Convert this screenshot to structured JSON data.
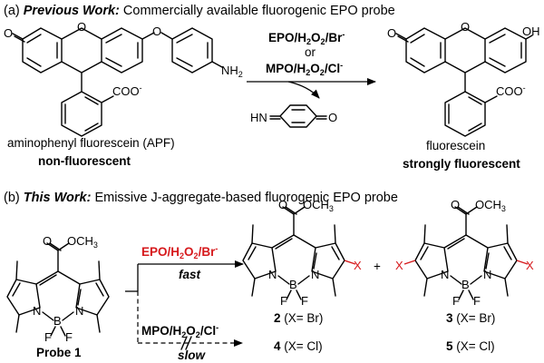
{
  "section_a": {
    "label": "(a)",
    "title_emph": "Previous Work:",
    "title_rest": " Commercially available fluorogenic EPO probe",
    "reagents_line1": "EPO/H",
    "reagents_line1_sub1": "2",
    "reagents_line1_o": "O",
    "reagents_line1_sub2": "2",
    "reagents_line1_end": "/Br",
    "reagents_line1_sup": "-",
    "reagents_or": "or",
    "reagents_line2": "MPO/H",
    "reagents_line2_sub1": "2",
    "reagents_line2_o": "O",
    "reagents_line2_sub2": "2",
    "reagents_line2_end": "/Cl",
    "reagents_line2_sup": "-",
    "reactant_name": "aminophenyl fluorescein (APF)",
    "reactant_property": "non-fluorescent",
    "product_name": "fluorescein",
    "product_property": "strongly fluorescent",
    "atom_O": "O",
    "atom_OH": "OH",
    "atom_NH2": "NH",
    "atom_NH2_sub": "2",
    "atom_COO": "COO",
    "atom_COO_sup": "-",
    "byproduct_HN": "HN"
  },
  "section_b": {
    "label": "(b)",
    "title_emph": "This Work:",
    "title_rest": " Emissive J-aggregate-based fluorogenic EPO probe",
    "reagent_top_pre": "EPO/H",
    "reagent_top_sub1": "2",
    "reagent_top_o": "O",
    "reagent_top_sub2": "2",
    "reagent_top_end": "/Br",
    "reagent_top_sup": "-",
    "reagent_top_speed": "fast",
    "reagent_bot_pre": "MPO/H",
    "reagent_bot_sub1": "2",
    "reagent_bot_o": "O",
    "reagent_bot_sub2": "2",
    "reagent_bot_end": "/Cl",
    "reagent_bot_sup": "-",
    "reagent_bot_speed": "slow",
    "probe_label": "Probe 1",
    "plus": "+",
    "prod2_num": "2",
    "prod2_x": " (X= Br)",
    "prod4_num": "4",
    "prod4_x": " (X= Cl)",
    "prod3_num": "3",
    "prod3_x": " (X= Br)",
    "prod5_num": "5",
    "prod5_x": " (X= Cl)",
    "atom_X": "X",
    "atom_N": "N",
    "atom_B": "B",
    "atom_F": "F",
    "atom_OCH3": "OCH",
    "atom_OCH3_sub": "3",
    "atom_O": "O"
  },
  "colors": {
    "accent_red": "#d6191c",
    "ink": "#000000"
  }
}
